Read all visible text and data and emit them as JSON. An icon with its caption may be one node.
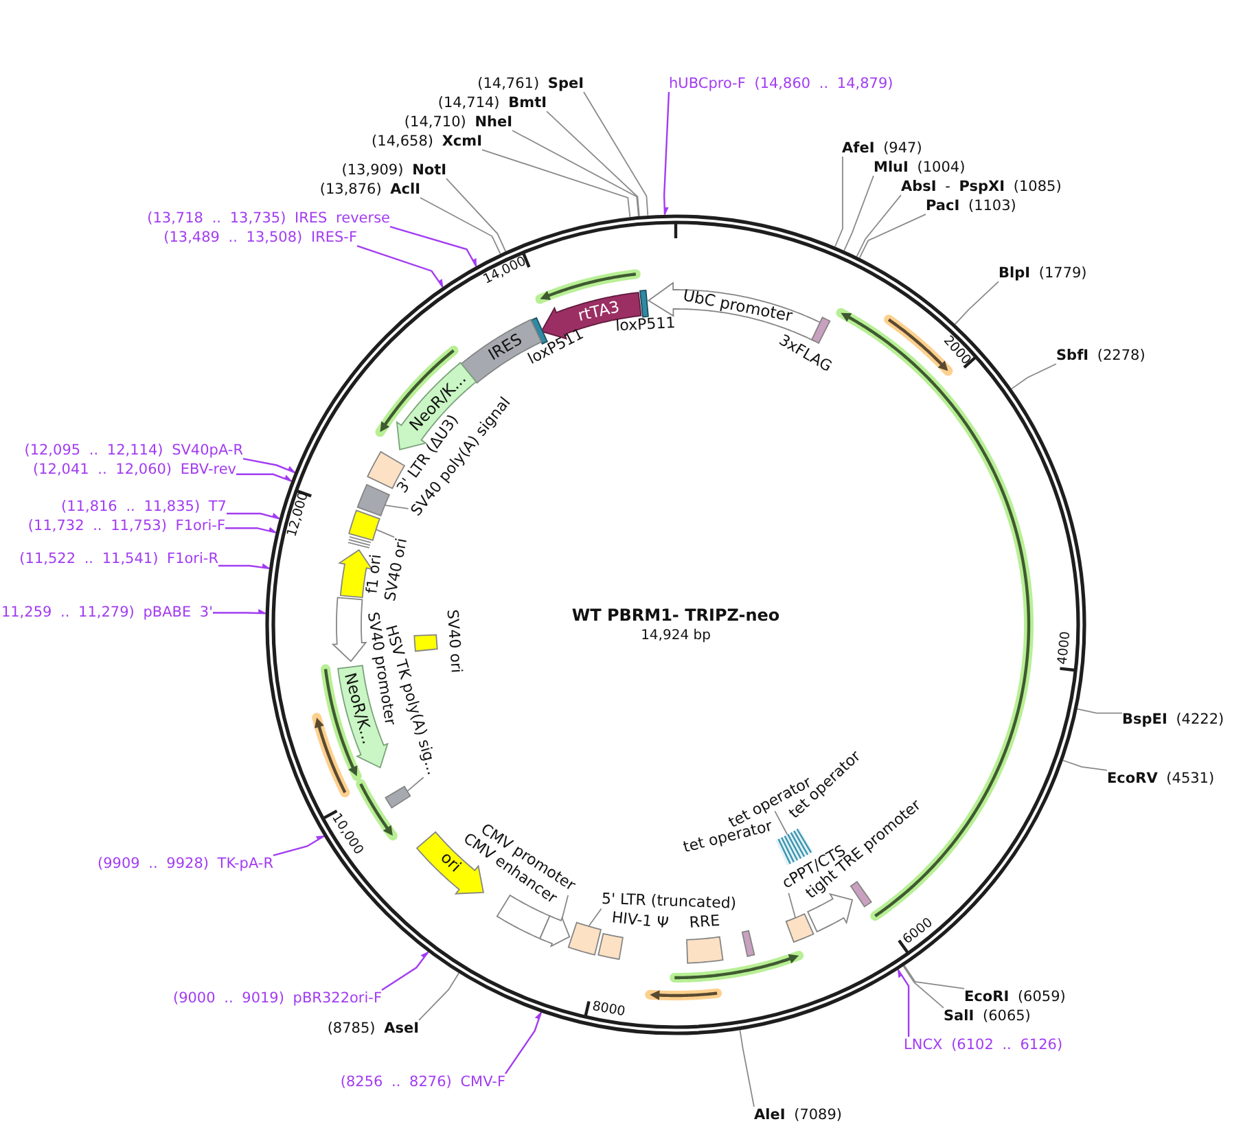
{
  "diagram": {
    "title": "WT PBRM1- TRIPZ-neo",
    "nodes": [
      {
        "text": [],
        "shape": "circle"
      },
      {
        "text": [
          "UbC promoter"
        ],
        "in": 0
      },
      {
        "text": [],
        "shape": "box",
        "beside": [
          "3xFLAG"
        ],
        "in": 0
      },
      {
        "text": [],
        "shape": "bar",
        "beside": [
          "loxP511"
        ],
        "in": 0
      },
      {
        "text": [
          "rtTA3"
        ],
        "in": 0
      },
      {
        "text": [],
        "shape": "bar",
        "beside": [
          "loxP511"
        ],
        "in": 0
      },
      {
        "text": [
          "IRES"
        ],
        "in": 0
      },
      {
        "text": [
          "NeoR/K..."
        ],
        "in": 0
      },
      {
        "text": [],
        "shape": "box",
        "beside": [
          "3' LTR (ΔU3)"
        ],
        "in": 0
      },
      {
        "text": [],
        "shape": "box",
        "in": 0
      },
      {
        "text": [
          "SV40 poly(A) signal"
        ],
        "in": 0
      },
      {
        "text": [],
        "shape": "box",
        "in": 0
      },
      {
        "text": [
          "SV40 ori"
        ],
        "in": 0
      },
      {
        "text": [],
        "shape": "arrow",
        "beside": [
          "f1 ori"
        ],
        "in": 0
      },
      {
        "text": [],
        "shape": "arrow",
        "beside": [
          "SV40 promoter"
        ],
        "in": 0
      },
      {
        "text": [
          "NeoR/K..."
        ],
        "in": 0
      },
      {
        "text": [],
        "shape": "box",
        "in": 0
      },
      {
        "text": [
          "HSV TK poly(A) sig..."
        ],
        "in": 0
      },
      {
        "text": [],
        "shape": "box",
        "beside": [
          "SV40 ori"
        ],
        "in": 0
      },
      {
        "text": [
          "ori"
        ],
        "in": 0
      },
      {
        "text": [],
        "shape": "box",
        "beside": [
          "CMV enhancer"
        ],
        "in": 0
      },
      {
        "text": [],
        "shape": "arrow",
        "in": 0
      },
      {
        "text": [
          "CMV promoter"
        ],
        "in": 0
      },
      {
        "text": [],
        "shape": "box",
        "in": 0
      },
      {
        "text": [
          "5' LTR (truncated)"
        ],
        "in": 0
      },
      {
        "text": [],
        "shape": "box",
        "beside": [
          "HIV-1 Ψ"
        ],
        "in": 0
      },
      {
        "text": [],
        "shape": "box",
        "beside": [
          "RRE"
        ],
        "in": 0
      },
      {
        "text": [],
        "shape": "box",
        "in": 0
      },
      {
        "text": [],
        "shape": "box",
        "in": 0
      },
      {
        "text": [
          "cPPT/CTS"
        ],
        "in": 0
      },
      {
        "text": [],
        "shape": "arrow",
        "beside": [
          "tight TRE promoter"
        ],
        "in": 0
      },
      {
        "text": [],
        "shape": "box",
        "in": 0
      },
      {
        "text": [],
        "shape": "box",
        "beside": [
          "tet operator"
        ],
        "in": 0
      },
      {
        "text": [
          "tet operator"
        ],
        "in": 0
      },
      {
        "text": [
          "hUBCpro-F (14,860 .. 14,879)"
        ]
      },
      {
        "text": [
          "**AfeI** (947)"
        ]
      },
      {
        "text": [
          "**MluI** (1004)"
        ]
      },
      {
        "text": [
          "**AbsI** - **PspXI** (1085)"
        ]
      },
      {
        "text": [
          "**PacI** (1103)"
        ]
      },
      {
        "text": [
          "**BlpI** (1779)"
        ]
      },
      {
        "text": [
          "**SbfI** (2278)"
        ]
      },
      {
        "text": [
          "**BspEI** (4222)"
        ]
      },
      {
        "text": [
          "**EcoRV** (4531)"
        ]
      },
      {
        "text": [
          "**EcoRI** (6059)"
        ]
      },
      {
        "text": [
          "**SalI** (6065)"
        ]
      },
      {
        "text": [
          "LNCX (6102 .. 6126)"
        ]
      },
      {
        "text": [
          "**AleI** (7089)"
        ]
      },
      {
        "text": [
          "(8256 .. 8276) CMV-F"
        ]
      },
      {
        "text": [
          "(8785) **AseI**"
        ]
      },
      {
        "text": [
          "(9000 .. 9019) pBR322ori-F"
        ]
      },
      {
        "text": [
          "(9909 .. 9928) TK-pA-R"
        ]
      },
      {
        "text": [
          "(11,259 .. 11,279) pBABE 3'"
        ]
      },
      {
        "text": [
          "(11,522 .. 11,541) F1ori-R"
        ]
      },
      {
        "text": [
          "(11,732 .. 11,753) F1ori-F"
        ]
      },
      {
        "text": [
          "(11,816 .. 11,835) T7"
        ]
      },
      {
        "text": [
          "(12,041 .. 12,060) EBV-rev"
        ]
      },
      {
        "text": [
          "(12,095 .. 12,114) SV40pA-R"
        ]
      },
      {
        "text": [
          "(13,489 .. 13,508) IRES-F"
        ]
      },
      {
        "text": [
          "(13,718 .. 13,735) IRES reverse"
        ]
      },
      {
        "text": [
          "(13,876) **AclI**"
        ]
      },
      {
        "text": [
          "(13,909) **NotI**"
        ]
      },
      {
        "text": [
          "(14,658) **XcmI**"
        ]
      },
      {
        "text": [
          "(14,710) **NheI**"
        ]
      },
      {
        "text": [
          "(14,714) **BmtI**"
        ]
      },
      {
        "text": [
          "(14,761) **SpeI**"
        ]
      }
    ],
    "edges": [
      {
        "from": 10,
        "to": 9,
        "arrow": "none"
      },
      {
        "from": 12,
        "to": 11,
        "arrow": "none"
      },
      {
        "from": 17,
        "to": 16,
        "arrow": "none"
      },
      {
        "from": 22,
        "to": 21,
        "arrow": "none"
      },
      {
        "from": 24,
        "to": 23,
        "arrow": "none"
      },
      {
        "from": 29,
        "to": 28,
        "arrow": "none"
      },
      {
        "from": 33,
        "to": 32,
        "arrow": "none"
      },
      {
        "from": 34,
        "to": 0,
        "arrow": "to",
        "color": "#a23cf2"
      },
      {
        "from": 35,
        "to": 0,
        "arrow": "none"
      },
      {
        "from": 36,
        "to": 0,
        "arrow": "none"
      },
      {
        "from": 37,
        "to": 0,
        "arrow": "none"
      },
      {
        "from": 38,
        "to": 0,
        "arrow": "none"
      },
      {
        "from": 39,
        "to": 0,
        "arrow": "none"
      },
      {
        "from": 40,
        "to": 0,
        "arrow": "none"
      },
      {
        "from": 41,
        "to": 0,
        "arrow": "none"
      },
      {
        "from": 42,
        "to": 0,
        "arrow": "none"
      },
      {
        "from": 43,
        "to": 0,
        "arrow": "none"
      },
      {
        "from": 44,
        "to": 0,
        "arrow": "none"
      },
      {
        "from": 45,
        "to": 0,
        "arrow": "to",
        "color": "#a23cf2"
      },
      {
        "from": 46,
        "to": 0,
        "arrow": "none"
      },
      {
        "from": 47,
        "to": 0,
        "arrow": "to",
        "color": "#a23cf2"
      },
      {
        "from": 48,
        "to": 0,
        "arrow": "none"
      },
      {
        "from": 49,
        "to": 0,
        "arrow": "to",
        "color": "#a23cf2"
      },
      {
        "from": 50,
        "to": 0,
        "arrow": "to",
        "color": "#a23cf2"
      },
      {
        "from": 51,
        "to": 0,
        "arrow": "to",
        "color": "#a23cf2"
      },
      {
        "from": 52,
        "to": 0,
        "arrow": "to",
        "color": "#a23cf2"
      },
      {
        "from": 53,
        "to": 0,
        "arrow": "to",
        "color": "#a23cf2"
      },
      {
        "from": 54,
        "to": 0,
        "arrow": "to",
        "color": "#a23cf2"
      },
      {
        "from": 55,
        "to": 0,
        "arrow": "to",
        "color": "#a23cf2"
      },
      {
        "from": 56,
        "to": 0,
        "arrow": "to",
        "color": "#a23cf2"
      },
      {
        "from": 57,
        "to": 0,
        "arrow": "to",
        "color": "#a23cf2"
      },
      {
        "from": 58,
        "to": 0,
        "arrow": "to",
        "color": "#a23cf2"
      },
      {
        "from": 59,
        "to": 0,
        "arrow": "none"
      },
      {
        "from": 60,
        "to": 0,
        "arrow": "none"
      },
      {
        "from": 61,
        "to": 0,
        "arrow": "none"
      },
      {
        "from": 62,
        "to": 0,
        "arrow": "none"
      },
      {
        "from": 63,
        "to": 0,
        "arrow": "none"
      },
      {
        "from": 64,
        "to": 0,
        "arrow": "none"
      }
    ],
    "labels": [
      "14,000",
      "2000",
      "12,000",
      "14,924 bp",
      "4000",
      "tet operator",
      "10,000",
      "6000",
      "8000"
    ]
  }
}
